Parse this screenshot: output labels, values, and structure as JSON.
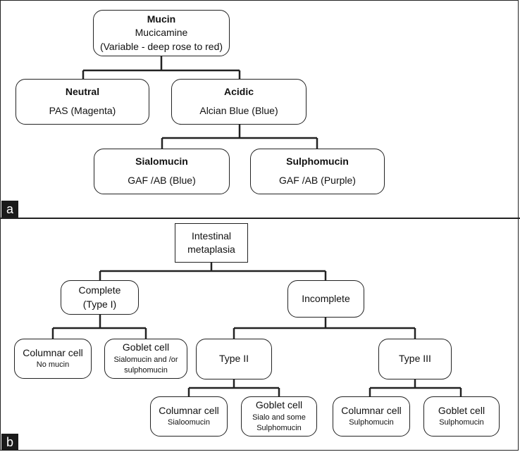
{
  "panel_a": {
    "label": "a",
    "root": {
      "title": "Mucin",
      "line1": "Mucicamine",
      "line2": "(Variable - deep rose to red)"
    },
    "neutral": {
      "title": "Neutral",
      "stain": "PAS (Magenta)"
    },
    "acidic": {
      "title": "Acidic",
      "stain": "Alcian Blue (Blue)"
    },
    "sialomucin": {
      "title": "Sialomucin",
      "stain": "GAF /AB (Blue)"
    },
    "sulphomucin": {
      "title": "Sulphomucin",
      "stain": "GAF /AB (Purple)"
    }
  },
  "panel_b": {
    "label": "b",
    "root": {
      "line1": "Intestinal",
      "line2": "metaplasia"
    },
    "complete": {
      "line1": "Complete",
      "line2": "(Type I)"
    },
    "incomplete": {
      "label": "Incomplete"
    },
    "complete_columnar": {
      "line1": "Columnar cell",
      "line2": "No mucin"
    },
    "complete_goblet": {
      "line1": "Goblet cell",
      "line2": "Sialomucin and /or",
      "line3": "sulphomucin"
    },
    "type2": {
      "label": "Type II"
    },
    "type3": {
      "label": "Type III"
    },
    "t2_columnar": {
      "line1": "Columnar cell",
      "line2": "Sialoomucin"
    },
    "t2_goblet": {
      "line1": "Goblet cell",
      "line2": "Sialo and some",
      "line3": "Sulphomucin"
    },
    "t3_columnar": {
      "line1": "Columnar cell",
      "line2": "Sulphomucin"
    },
    "t3_goblet": {
      "line1": "Goblet cell",
      "line2": "Sulphomucin"
    }
  }
}
